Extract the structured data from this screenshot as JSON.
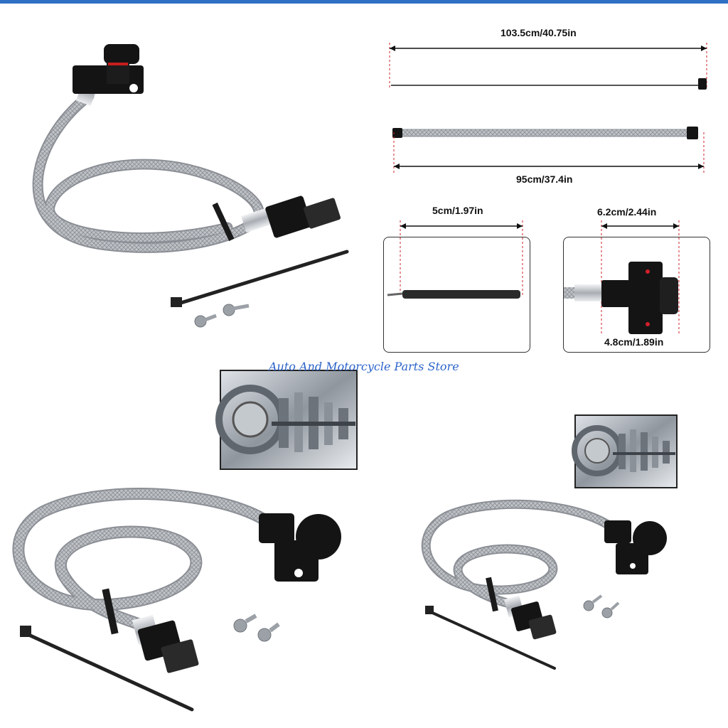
{
  "colors": {
    "top_bar": "#2f6fc4",
    "watermark": "#2b63c9",
    "dimension_marker": "#d0202a",
    "braided_steel": "#b9bcc0",
    "anodized_black": "#141414"
  },
  "dimensions": {
    "overall_length": "103.5cm/40.75in",
    "hose_length": "95cm/37.4in",
    "tip_length": "5cm/1.97in",
    "fitting_length": "6.2cm/2.44in",
    "bracket_height": "4.8cm/1.89in"
  },
  "watermark": "Auto And Motorcycle Parts Store"
}
